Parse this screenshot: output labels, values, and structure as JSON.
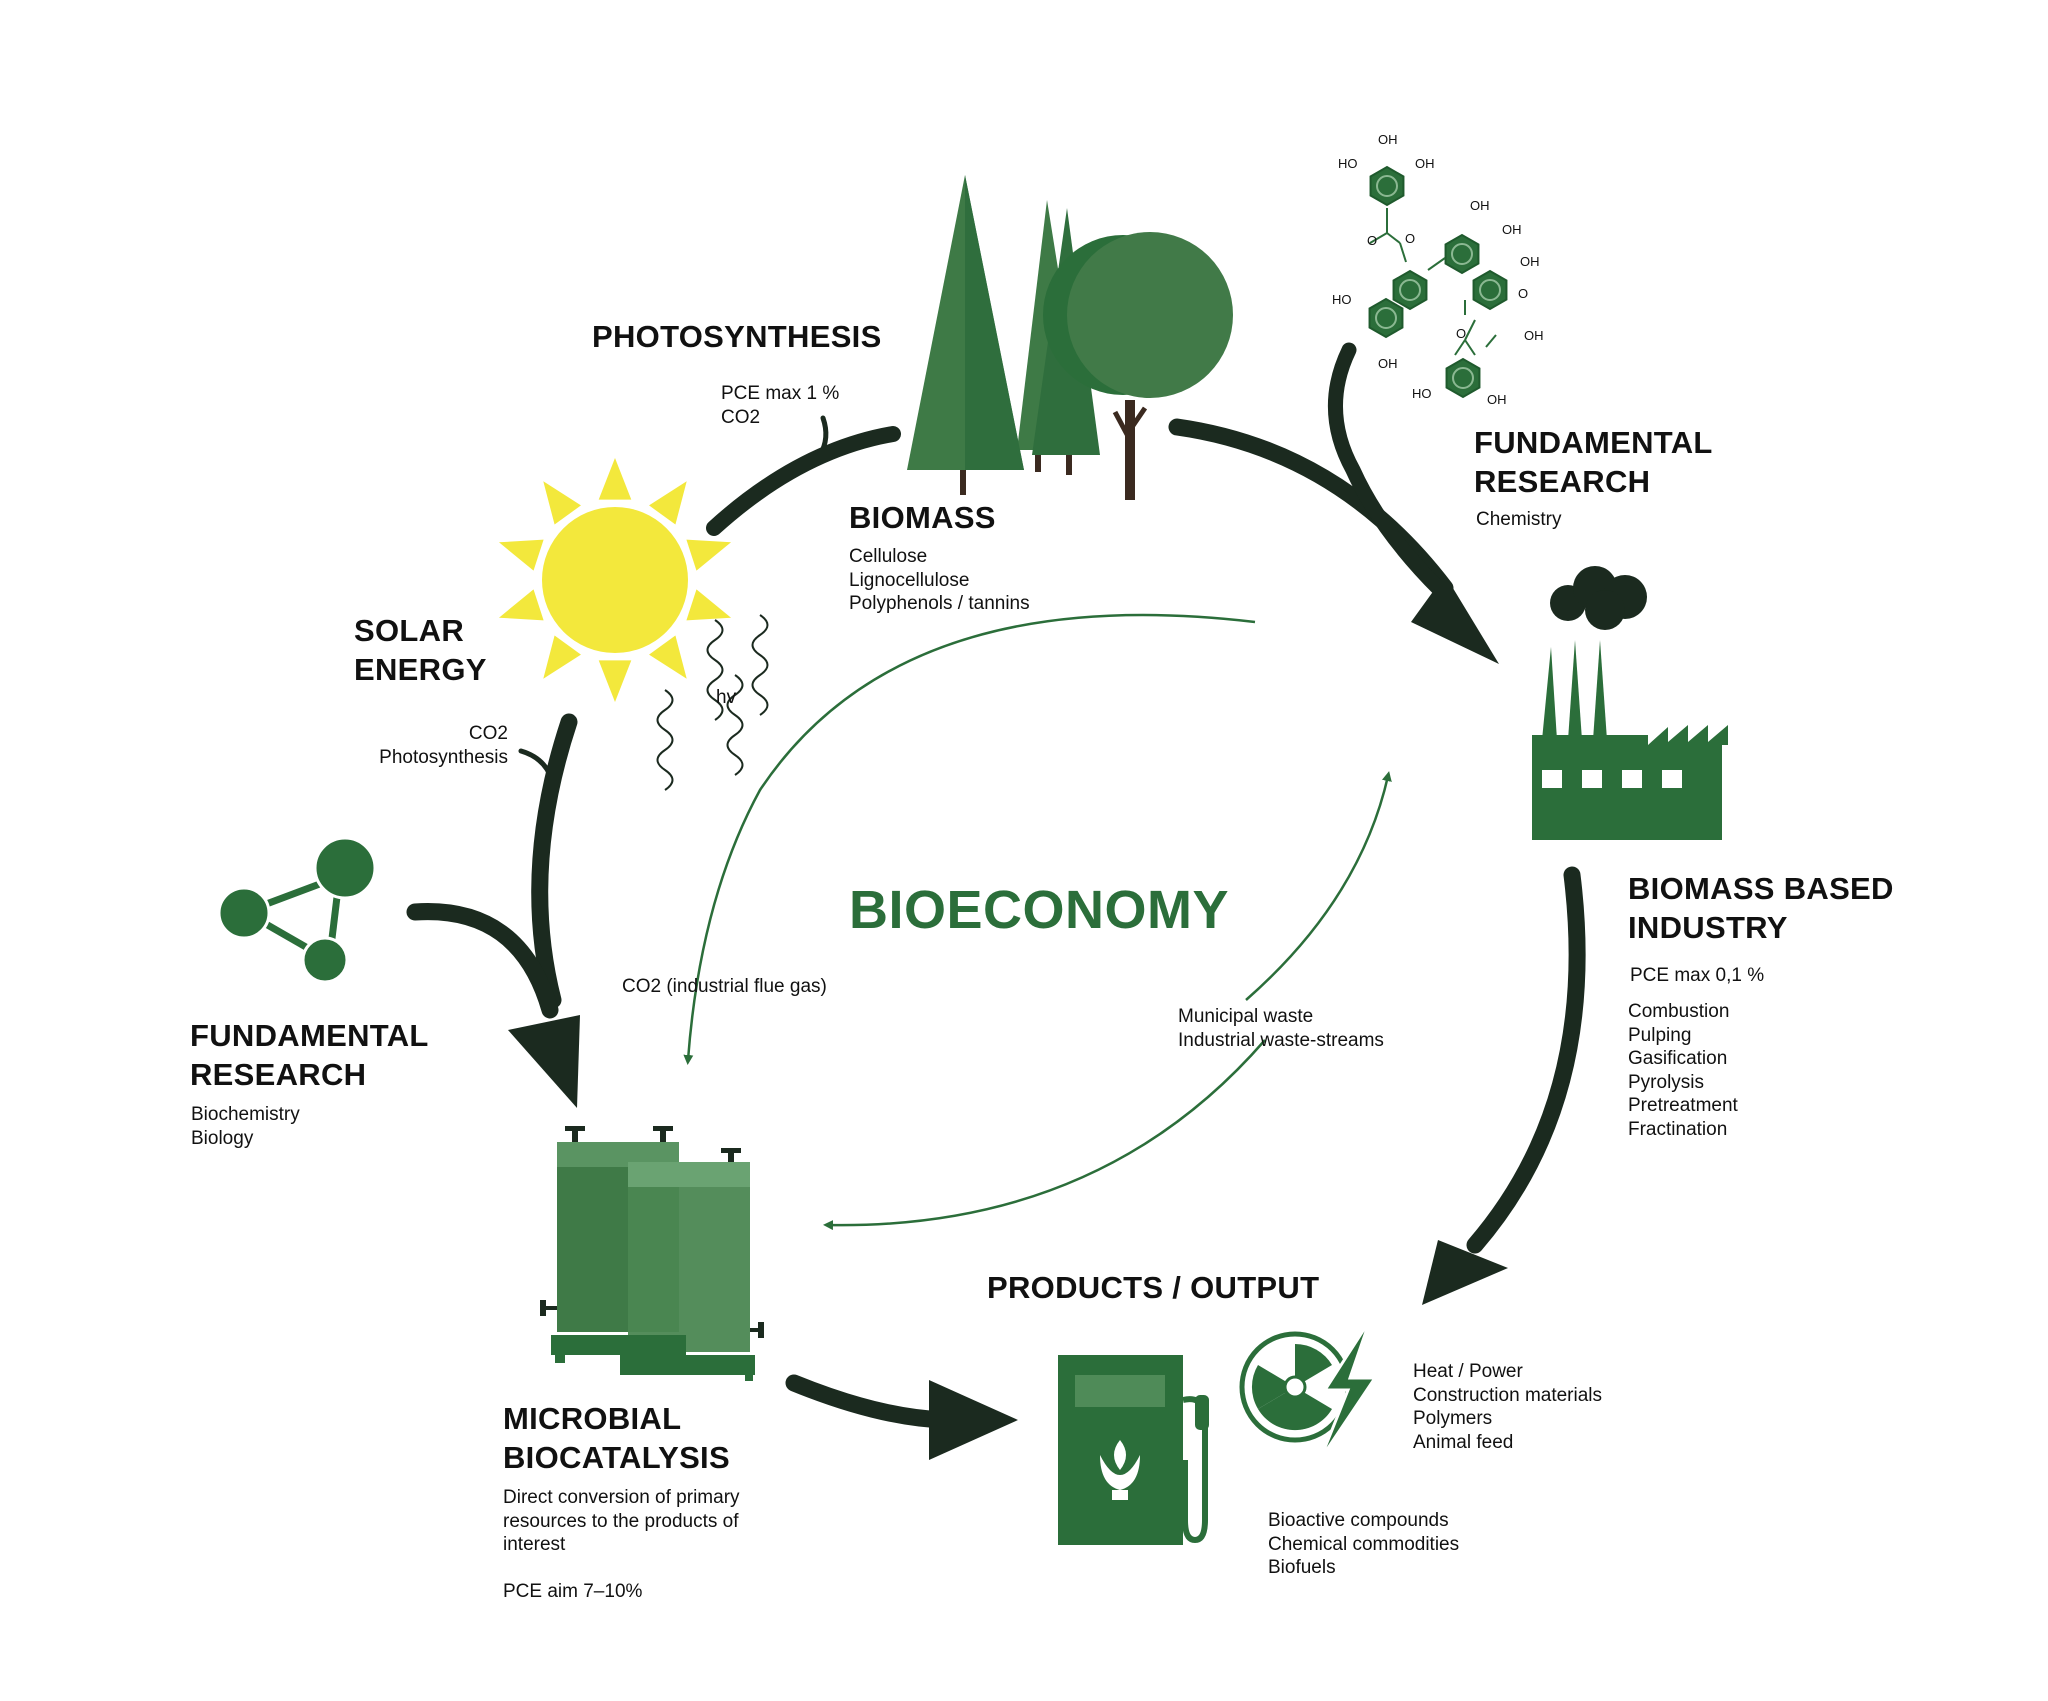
{
  "center_title": "BIOECONOMY",
  "colors": {
    "dark_arrow": "#1b2a1f",
    "green_dark": "#2b6e3a",
    "green_mid": "#3e7a46",
    "green_light": "#5a9a63",
    "sun_yellow": "#f3e83c",
    "trunk_brown": "#3b2a20"
  },
  "photosynthesis": {
    "title": "PHOTOSYNTHESIS",
    "lines": [
      "PCE max 1 %",
      "CO2"
    ]
  },
  "biomass": {
    "title": "BIOMASS",
    "lines": [
      "Cellulose",
      "Lignocellulose",
      "Polyphenols / tannins"
    ],
    "icon": "trees-icon"
  },
  "fundamental_research_chem": {
    "title_lines": [
      "FUNDAMENTAL",
      "RESEARCH"
    ],
    "lines": [
      "Chemistry"
    ],
    "icon": "molecule-structure-icon",
    "atom_labels": [
      "OH",
      "HO",
      "OH",
      "O",
      "O",
      "OH",
      "OH",
      "OH",
      "O",
      "HO",
      "OH",
      "O",
      "OH",
      "HO",
      "OH"
    ]
  },
  "solar_energy": {
    "title_lines": [
      "SOLAR",
      "ENERGY"
    ],
    "hv_label": "hv",
    "lines": [
      "CO2",
      "Photosynthesis"
    ],
    "icon": "sun-icon"
  },
  "fundamental_research_bio": {
    "title_lines": [
      "FUNDAMENTAL",
      "RESEARCH"
    ],
    "lines": [
      "Biochemistry",
      "Biology"
    ],
    "icon": "molecule-nodes-icon"
  },
  "industry": {
    "title_lines": [
      "BIOMASS BASED",
      "INDUSTRY"
    ],
    "pce": "PCE max 0,1 %",
    "lines": [
      "Combustion",
      "Pulping",
      "Gasification",
      "Pyrolysis",
      "Pretreatment",
      "Fractination"
    ],
    "icon": "factory-icon"
  },
  "flows": {
    "co2_flue": "CO2 (industrial flue gas)",
    "waste_lines": [
      "Municipal waste",
      "Industrial waste-streams"
    ]
  },
  "microbial": {
    "title_lines": [
      "MICROBIAL",
      "BIOCATALYSIS"
    ],
    "lines": [
      "Direct conversion of primary",
      "resources to the products of",
      "interest"
    ],
    "pce": "PCE aim 7–10%",
    "icon": "bioreactor-icon"
  },
  "products": {
    "title": "PRODUCTS / OUTPUT",
    "energy_lines": [
      "Heat / Power",
      "Construction materials",
      "Polymers",
      "Animal feed"
    ],
    "bio_lines": [
      "Bioactive compounds",
      "Chemical commodities",
      "Biofuels"
    ],
    "icons": [
      "fuel-pump-icon",
      "energy-radiation-icon"
    ]
  }
}
